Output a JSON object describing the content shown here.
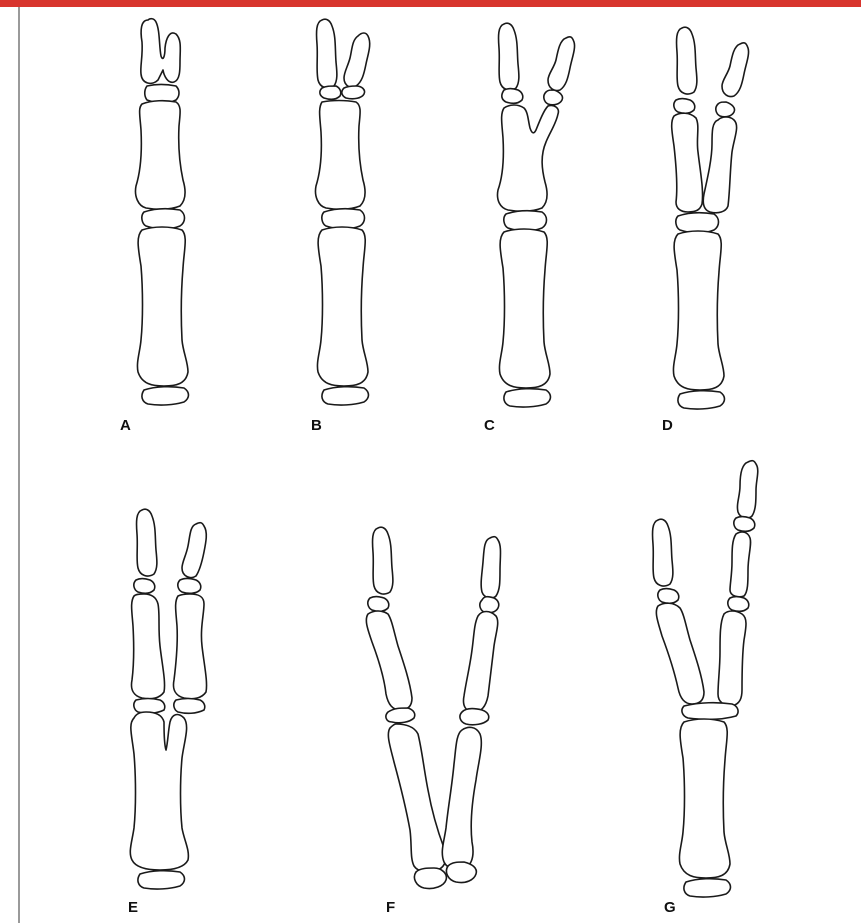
{
  "colors": {
    "top_bar": "#d8352e",
    "left_rule": "#9a9a9a",
    "bone_stroke": "#1a1a1a",
    "bone_fill": "#ffffff"
  },
  "panels": [
    {
      "label": "A"
    },
    {
      "label": "B"
    },
    {
      "label": "C"
    },
    {
      "label": "D"
    },
    {
      "label": "E"
    },
    {
      "label": "F"
    },
    {
      "label": "G"
    }
  ]
}
